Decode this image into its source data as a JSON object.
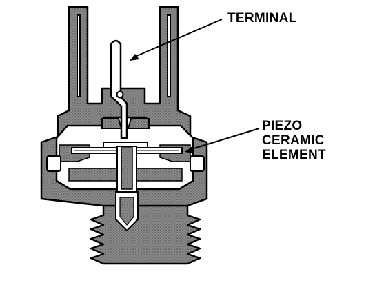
{
  "labels": {
    "terminal": "TERMINAL",
    "piezo_lines": [
      "PIEZO",
      "CERAMIC",
      "ELEMENT"
    ]
  },
  "colors": {
    "body_fill": "#7a7a7a",
    "cavity_fill": "#ffffff",
    "outline": "#000000",
    "background": "#ffffff"
  }
}
